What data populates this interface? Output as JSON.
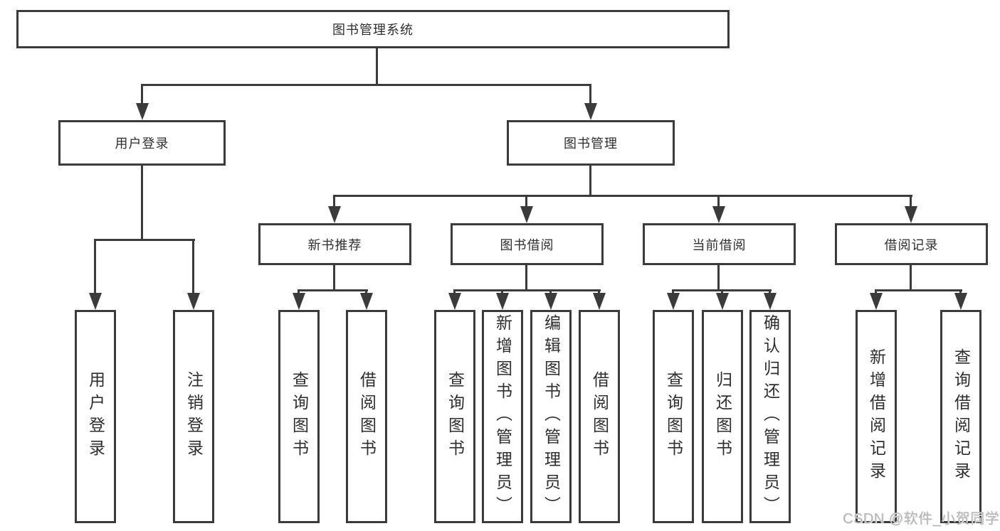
{
  "diagram": {
    "root": {
      "label": "图书管理系统"
    },
    "level1": {
      "user_login": {
        "label": "用户登录"
      },
      "book_management": {
        "label": "图书管理"
      }
    },
    "level2": {
      "new_book_recommend": {
        "label": "新书推荐"
      },
      "book_borrowing": {
        "label": "图书借阅"
      },
      "current_borrowing": {
        "label": "当前借阅"
      },
      "borrow_records": {
        "label": "借阅记录"
      }
    },
    "leaves": {
      "user_login": {
        "label": "用户登录"
      },
      "logout": {
        "label": "注销登录"
      },
      "recommend_query_books": {
        "label": "查询图书"
      },
      "recommend_borrow_books": {
        "label": "借阅图书"
      },
      "borrow_query_books": {
        "label": "查询图书"
      },
      "borrow_add_books_admin": {
        "label": "新增图书（管理员）"
      },
      "borrow_edit_books_admin": {
        "label": "编辑图书（管理员）"
      },
      "borrow_borrow_books": {
        "label": "借阅图书"
      },
      "current_query_books": {
        "label": "查询图书"
      },
      "current_return_books": {
        "label": "归还图书"
      },
      "current_confirm_return_admin": {
        "label": "确认归还（管理员）"
      },
      "records_add_record": {
        "label": "新增借阅记录"
      },
      "records_query_record": {
        "label": "查询借阅记录"
      }
    }
  },
  "watermark": {
    "text": "CSDN @软件_小贺同学"
  },
  "colors": {
    "line": "#3b3b3b",
    "text": "#2e2e2e",
    "background": "#ffffff",
    "watermark": "#b5b5b5"
  }
}
